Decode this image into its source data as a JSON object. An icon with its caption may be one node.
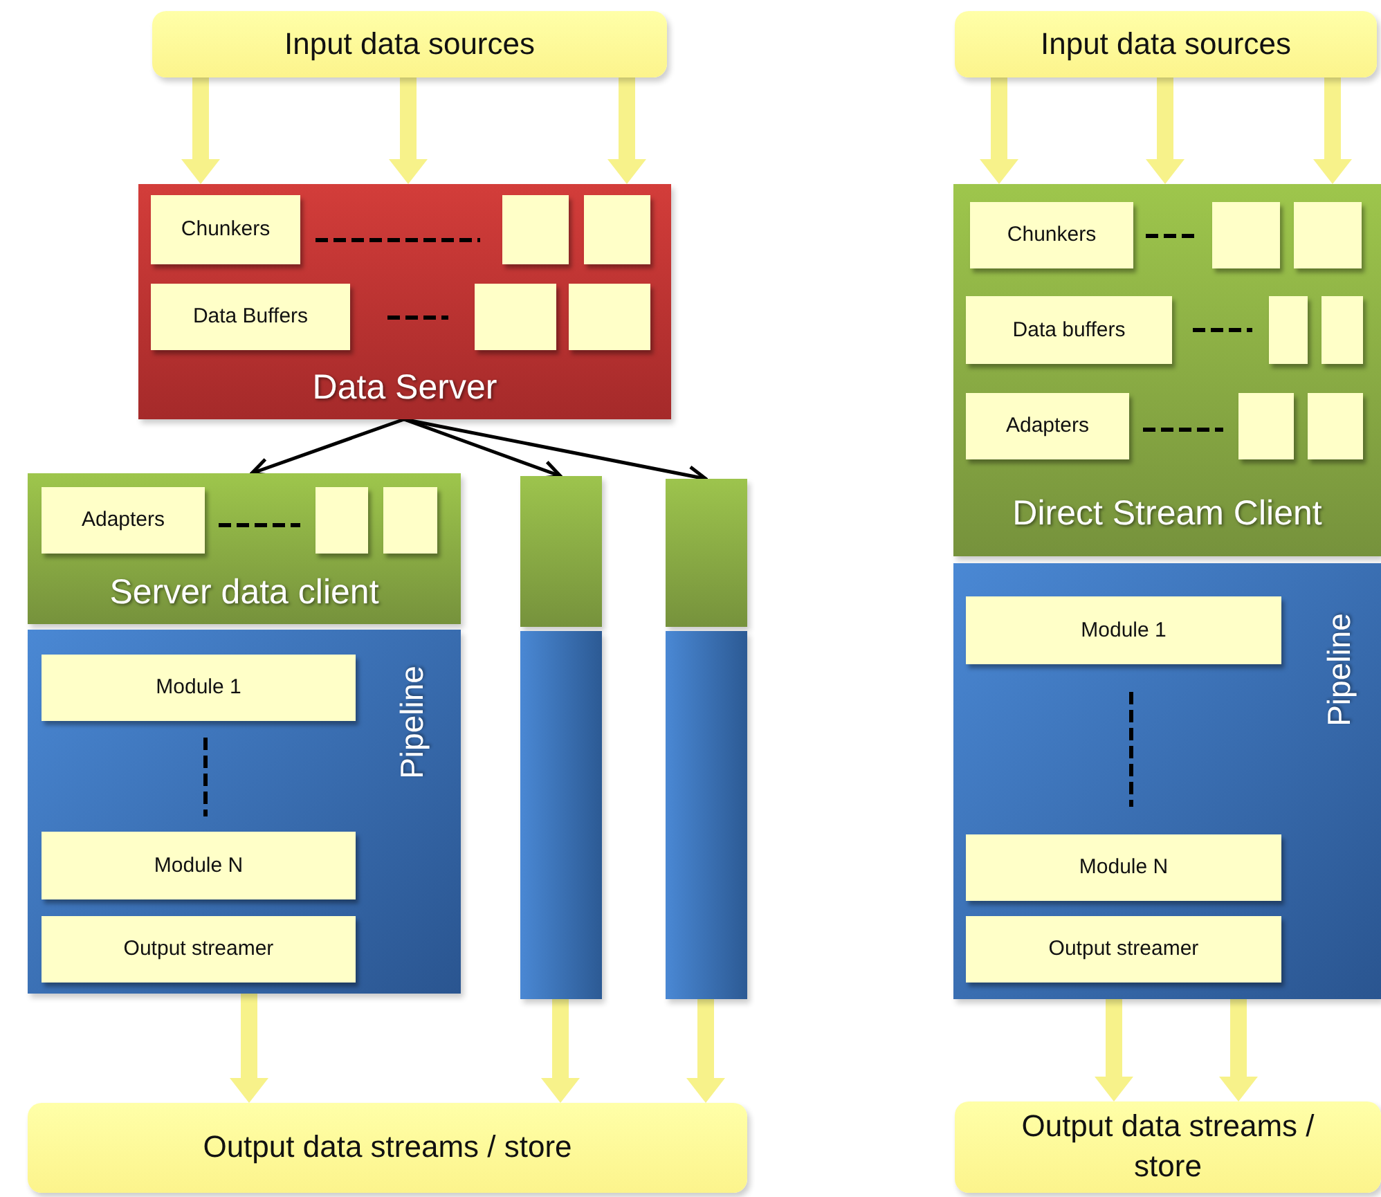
{
  "diagram": {
    "nodes": [
      {
        "text": [
          "Input data sources"
        ]
      },
      {
        "text": [
          "Data Server"
        ]
      },
      {
        "text": [
          "Chunkers"
        ],
        "in": 1
      },
      {
        "text": [],
        "shape": "box",
        "in": 1
      },
      {
        "text": [],
        "shape": "box",
        "in": 1
      },
      {
        "text": [
          "Data Buffers"
        ],
        "in": 1
      },
      {
        "text": [],
        "shape": "box",
        "in": 1
      },
      {
        "text": [],
        "shape": "box",
        "in": 1
      },
      {
        "text": [
          "Server data client"
        ]
      },
      {
        "text": [
          "Adapters"
        ],
        "in": 8
      },
      {
        "text": [],
        "shape": "box",
        "in": 8
      },
      {
        "text": [],
        "shape": "box",
        "in": 8
      },
      {
        "text": [
          "Pipeline"
        ]
      },
      {
        "text": [
          "Module 1"
        ],
        "in": 12
      },
      {
        "text": [
          "Module N"
        ],
        "in": 12
      },
      {
        "text": [
          "Output streamer"
        ],
        "in": 12
      },
      {
        "text": [],
        "shape": "bar"
      },
      {
        "text": [],
        "shape": "bar"
      },
      {
        "text": [],
        "shape": "bar"
      },
      {
        "text": [],
        "shape": "bar"
      },
      {
        "text": [
          "Output data streams / store"
        ]
      },
      {
        "text": [
          "Input data sources"
        ]
      },
      {
        "text": [
          "Direct Stream Client"
        ]
      },
      {
        "text": [
          "Chunkers"
        ],
        "in": 22
      },
      {
        "text": [],
        "shape": "box",
        "in": 22
      },
      {
        "text": [],
        "shape": "box",
        "in": 22
      },
      {
        "text": [
          "Data buffers"
        ],
        "in": 22
      },
      {
        "text": [],
        "shape": "box",
        "in": 22
      },
      {
        "text": [],
        "shape": "box",
        "in": 22
      },
      {
        "text": [
          "Adapters"
        ],
        "in": 22
      },
      {
        "text": [],
        "shape": "box",
        "in": 22
      },
      {
        "text": [],
        "shape": "box",
        "in": 22
      },
      {
        "text": [
          "Pipeline"
        ]
      },
      {
        "text": [
          "Module 1"
        ],
        "in": 32
      },
      {
        "text": [
          "Module N"
        ],
        "in": 32
      },
      {
        "text": [
          "Output streamer"
        ],
        "in": 32
      },
      {
        "text": [
          "Output data streams / store"
        ]
      }
    ],
    "edges": [
      {
        "from": 0,
        "to": 1,
        "arrow": "to",
        "style": "thick"
      },
      {
        "from": 0,
        "to": 1,
        "arrow": "to",
        "style": "thick"
      },
      {
        "from": 0,
        "to": 1,
        "arrow": "to",
        "style": "thick"
      },
      {
        "from": 1,
        "to": 8,
        "arrow": "to",
        "color": "#000000"
      },
      {
        "from": 1,
        "to": 16,
        "arrow": "to",
        "color": "#000000"
      },
      {
        "from": 1,
        "to": 18,
        "arrow": "to",
        "color": "#000000"
      },
      {
        "from": 12,
        "to": 20,
        "arrow": "to",
        "style": "thick"
      },
      {
        "from": 17,
        "to": 20,
        "arrow": "to",
        "style": "thick"
      },
      {
        "from": 19,
        "to": 20,
        "arrow": "to",
        "style": "thick"
      },
      {
        "from": 21,
        "to": 22,
        "arrow": "to",
        "style": "thick"
      },
      {
        "from": 21,
        "to": 22,
        "arrow": "to",
        "style": "thick"
      },
      {
        "from": 21,
        "to": 22,
        "arrow": "to",
        "style": "thick"
      },
      {
        "from": 32,
        "to": 36,
        "arrow": "to",
        "style": "thick"
      },
      {
        "from": 32,
        "to": 36,
        "arrow": "to",
        "style": "thick"
      }
    ]
  }
}
